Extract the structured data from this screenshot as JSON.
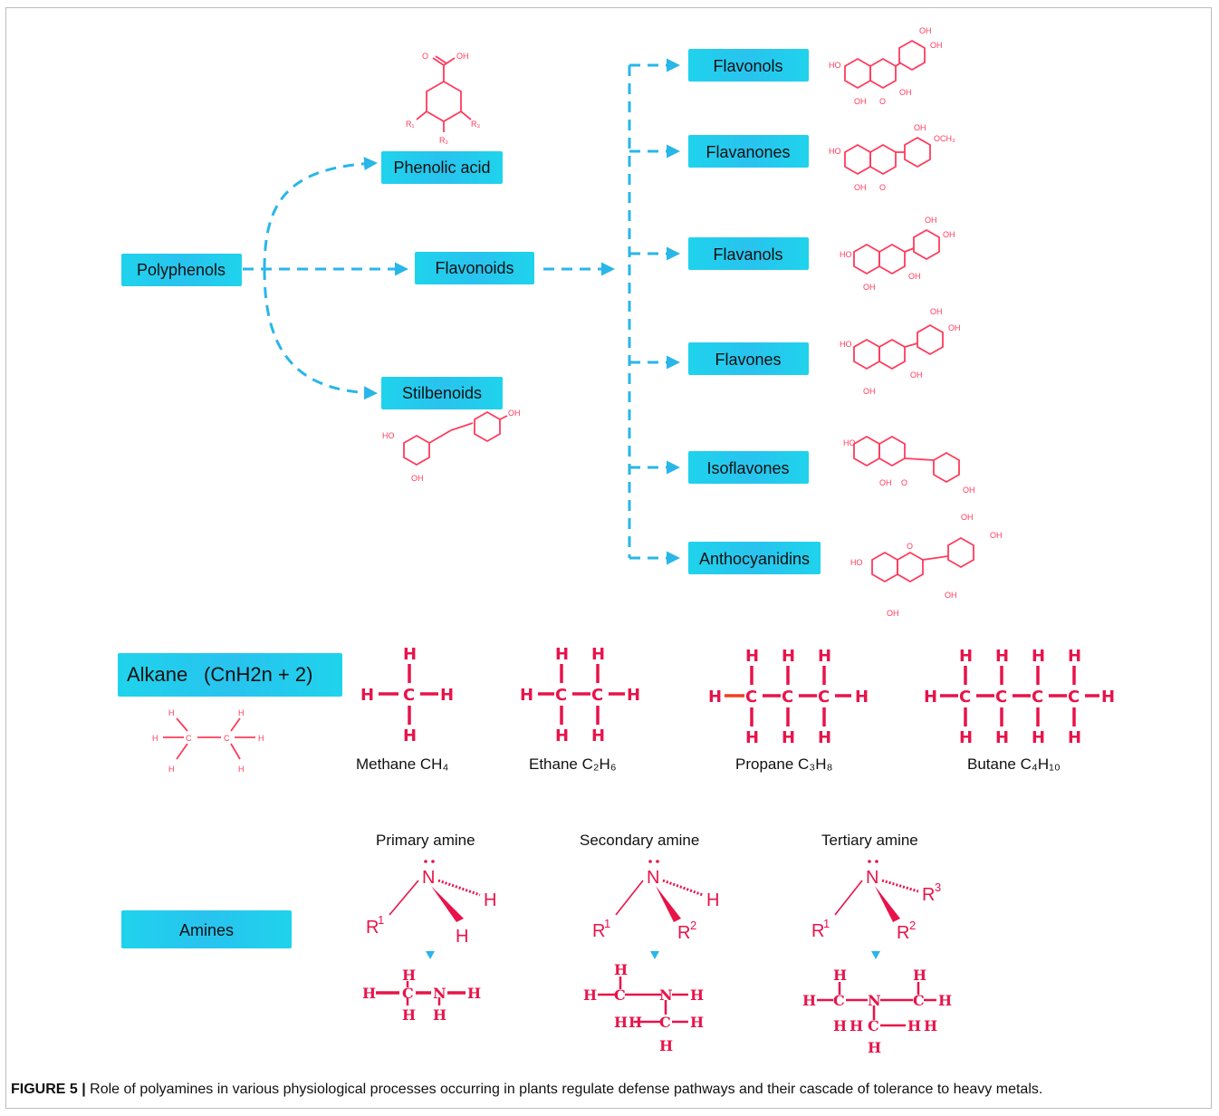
{
  "nodes": {
    "polyphenols": "Polyphenols",
    "phenolic_acid": "Phenolic acid",
    "flavonoids": "Flavonoids",
    "stilbenoids": "Stilbenoids",
    "flavonols": "Flavonols",
    "flavanones": "Flavanones",
    "flavanols": "Flavanols",
    "flavones": "Flavones",
    "isoflavones": "Isoflavones",
    "anthocyanidins": "Anthocyanidins",
    "alkane": "Alkane",
    "alkane_formula": "(CnH2n + 2)",
    "amines": "Amines"
  },
  "alkanes": {
    "methane": "Methane CH₄",
    "ethane": "Ethane C₂H₆",
    "propane": "Propane C₃H₈",
    "butane": "Butane C₄H₁₀"
  },
  "amines": {
    "primary": "Primary amine",
    "secondary": "Secondary amine",
    "tertiary": "Tertiary amine"
  },
  "labels": {
    "oh": "OH",
    "ho": "HO",
    "o": "O",
    "och3": "OCH₃",
    "r1": "R₁",
    "r2": "R₂",
    "r3": "R₃",
    "h": "H",
    "c": "C",
    "n": "N",
    "ra": "R",
    "sup1": "1",
    "sup2": "2",
    "sup3": "3"
  },
  "caption": {
    "figure": "FIGURE 5 |",
    "text": "Role of polyamines in various physiological processes occurring in plants regulate defense pathways and their cascade of tolerance to heavy metals."
  },
  "colors": {
    "box": "#1fd3ec",
    "arrow": "#29b6e8",
    "structure": "#e8134a"
  }
}
